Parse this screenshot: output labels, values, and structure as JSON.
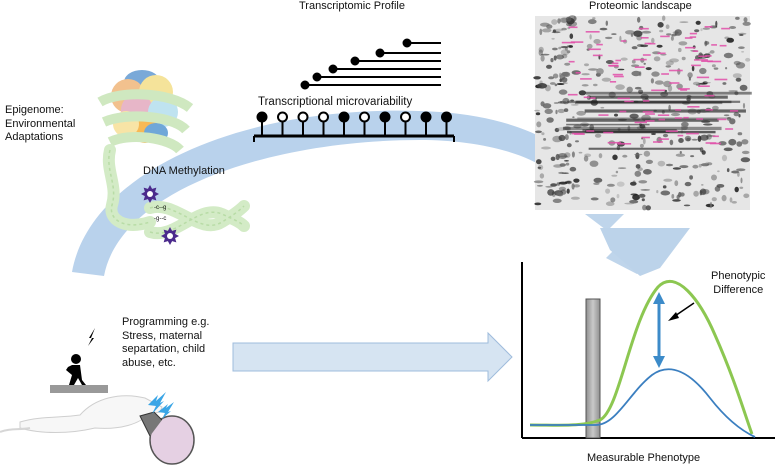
{
  "labels": {
    "transcriptomic": "Transcriptomic Profile",
    "proteomic": "Proteomic landscape",
    "epigenome": [
      "Epigenome:",
      "Environmental",
      "Adaptations"
    ],
    "dna_methylation": "DNA Methylation",
    "microvariability": "Transcriptional microvariability",
    "methyl_top": "-c--g",
    "methyl_bottom": "-g--c",
    "programming": [
      "Programming e.g.",
      "Stress, maternal",
      "separtation, child",
      "abuse, etc."
    ],
    "phenotypic_difference": [
      "Phenotypic",
      "Difference"
    ],
    "measurable_phenotype": "Measurable Phenotype"
  },
  "colors": {
    "arc_fill": "#b9d2ec",
    "arrow_fill": "#bcd3ea",
    "green_curve": "#8cc751",
    "blue_curve": "#3b7fc0",
    "double_arrow": "#3c8bc9",
    "bar": "#a9a9a9",
    "dna_strand": "#d3ebc6",
    "methyl_star": "#4b2a8c"
  },
  "transcript_pins": [
    "filled",
    "open",
    "open",
    "open",
    "filled",
    "open",
    "filled",
    "open",
    "filled",
    "filled"
  ]
}
